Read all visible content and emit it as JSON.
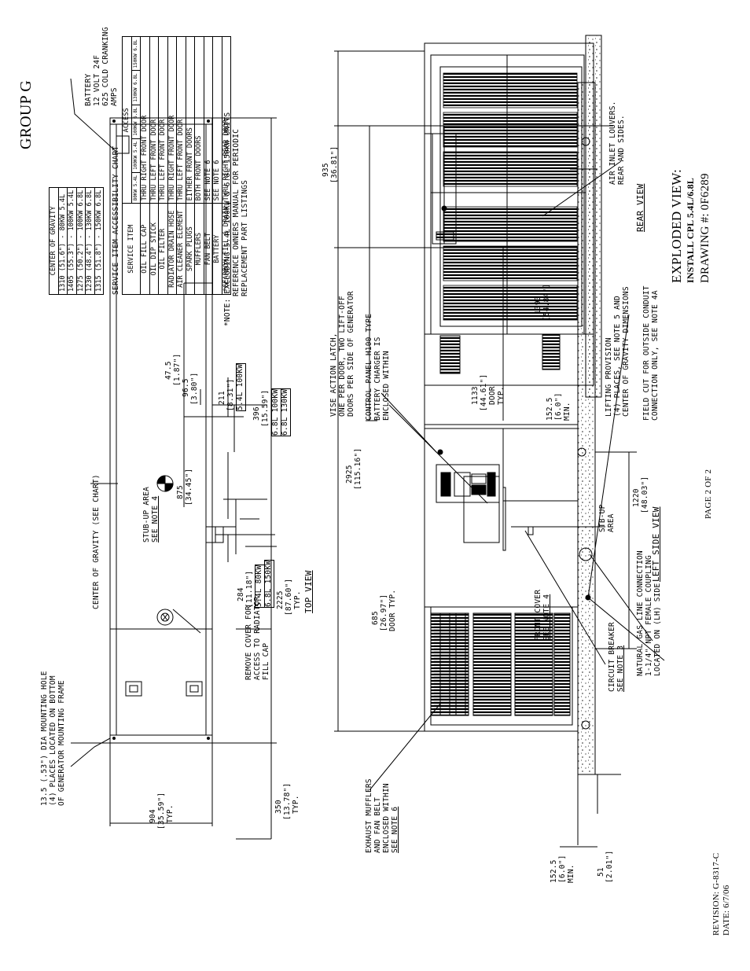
{
  "group_title": "GROUP G",
  "exploded": {
    "heading": "EXPLODED VIEW:",
    "model": "INSTALL CPL 5.4L/6.8L",
    "drawing": "DRAWING #: 0F6289"
  },
  "revision": "REVISION: G-8317-C",
  "date": "DATE: 6/7/06",
  "page": "PAGE 2 OF 2",
  "cog": {
    "title": "CENTER OF GRAVITY",
    "rows": [
      "1310 (51.6\") - 80KW 5.4L",
      "1405 (55.3\") - 100KW 5.4L",
      "1275 (50.2\") - 100KW 6.8L",
      "1230 (48.4\") - 130KW 6.8L",
      "1315 (51.8\") - 150KW 6.8L"
    ]
  },
  "service": {
    "title": "SERVICE ITEM ACCESSIBILITY CHART",
    "col_item": "SERVICE ITEM",
    "col_access": "ACCESS",
    "sub_cols": [
      "80KW 5.4L",
      "100KW 5.4L",
      "100KW 6.8L",
      "130KW 6.8L",
      "150KW 6.8L"
    ],
    "rows": [
      {
        "item": "OIL FILL CAP",
        "access": "THRU RIGHT FRONT DOOR"
      },
      {
        "item": "OIL DIP STICK",
        "access": "THRU LEFT FRONT DOOR"
      },
      {
        "item": "OIL FILTER",
        "access": "THRU LEFT FRONT DOOR"
      },
      {
        "item": "RADIATOR DRAIN HOSE",
        "access": "THRU RIGHT FRONT DOOR"
      },
      {
        "item": "AIR CLEANER ELEMENT",
        "access": "THRU LEFT FRONT DOOR"
      },
      {
        "item": "SPARK PLUGS",
        "access": "EITHER FRONT DOORS"
      },
      {
        "item": "MUFFLERS",
        "access": "BOTH FRONT DOORS"
      },
      {
        "item": "FAN BELT",
        "access": "SEE NOTE 6"
      },
      {
        "item": "BATTERY",
        "access": "SEE NOTE 6"
      },
      {
        "item": "*GEARBOX FILL & DRAIN",
        "access": "THRU RIGHT REAR DOOR"
      }
    ],
    "extra_access": "THRU RIGHT REAR DOOR",
    "note_line1": "*NOTE: EXCLUDING 5.4L 100KW & 6.8L 150KW UNITS",
    "note_line2": "REFERENCE OWNERS MANUAL FOR PERIODIC",
    "note_line3": "REPLACEMENT PART LISTINGS"
  },
  "top_view": {
    "title": "TOP VIEW",
    "mount_hole": [
      "13.5 (.53\") DIA MOUNTING HOLE",
      "(4) PLACES LOCATED ON BOTTOM",
      "OF GENERATOR MOUNTING FRAME"
    ],
    "cog_label": "CENTER OF GRAVITY (SEE CHART)",
    "battery": [
      "BATTERY",
      "12 VOLT 24F",
      "625 COLD CRANKING",
      "AMPS"
    ],
    "stub_up": [
      "STUB-UP AREA",
      "SEE NOTE 4"
    ],
    "remove_cover": [
      "REMOVE COVER FOR",
      "ACCESS TO RADIATOR",
      "FILL CAP"
    ],
    "dim_904": [
      "904",
      "[35.59\"]",
      "TYP."
    ],
    "dim_350": [
      "350",
      "[13.78\"]",
      "TYP."
    ],
    "dim_2225": [
      "2225",
      "[87.60\"]",
      "TYP."
    ],
    "dim_875": [
      "875",
      "[34.45\"]"
    ],
    "dim_284": [
      "284",
      "[11.18\"]"
    ],
    "dim_284_box": [
      "5.4L 80KW",
      "6.8L 150KW"
    ],
    "dim_211": [
      "211",
      "[8.31\"]"
    ],
    "dim_211_box": "5.4L 100KW",
    "dim_396": [
      "396",
      "[15.59\"]"
    ],
    "dim_396_box": [
      "6.8L 100KW",
      "6.8L 130KW"
    ],
    "dim_47": [
      "47.5",
      "[1.87\"]"
    ],
    "dim_96": [
      "96.5",
      "[3.80\"]"
    ]
  },
  "left_view": {
    "title": "LEFT SIDE VIEW",
    "vise": [
      "VISE ACTION LATCH,",
      "ONE PER DOOR, TWO LIFT-OFF",
      "DOORS PER SIDE OF GENERATOR"
    ],
    "control": [
      "CONTROL PANEL H100 TYPE",
      "BATTERY CHARGER IS",
      "ENCLOSED WITHIN"
    ],
    "exhaust": [
      "EXHAUST MUFFLERS",
      "AND FAN BELT",
      "ENCLOSED WITHIN",
      "SEE NOTE 6"
    ],
    "front_cover": [
      "FRONT COVER",
      "SEE NOTE 4"
    ],
    "breaker": [
      "CIRCUIT BREAKER",
      "SEE NOTE 3"
    ],
    "gas": [
      "NATURAL GAS LINE CONNECTION",
      "1-1/4\" NPT FEMALE COUPLING",
      "LOCATED ON (LH) SIDE"
    ],
    "lifting": [
      "LIFTING PROVISION",
      "(4) PLACES, SEE NOTE 5 AND",
      "CENTER OF GRAVITY DIMENSIONS"
    ],
    "field_cut": [
      "FIELD CUT FOR OUTSIDE CONDUIT",
      "CONNECTION ONLY, SEE NOTE 4A"
    ],
    "stub_up": [
      "STB-UP",
      "AREA"
    ],
    "dim_2925": [
      "2925",
      "[115.16\"]"
    ],
    "dim_685": [
      "685",
      "[26.97\"]",
      "DOOR TYP."
    ],
    "dim_1133": [
      "1133",
      "[44.61\"]",
      "DOOR",
      "TYP."
    ],
    "dim_1393": [
      "1393",
      "[54.84\"]"
    ],
    "dim_1525a": [
      "152.5",
      "[6.0\"]",
      "MIN."
    ],
    "dim_1525b": [
      "152.5",
      "[6.0\"]",
      "MIN."
    ],
    "dim_1220": [
      "1220",
      "[48.03\"]"
    ],
    "dim_51": [
      "51",
      "[2.01\"]"
    ]
  },
  "rear_view": {
    "title": "REAR VIEW",
    "louvers": [
      "AIR INLET LOUVERS.",
      "REAR AND SIDES."
    ],
    "dim_935": [
      "935",
      "[36.81\"]"
    ]
  }
}
